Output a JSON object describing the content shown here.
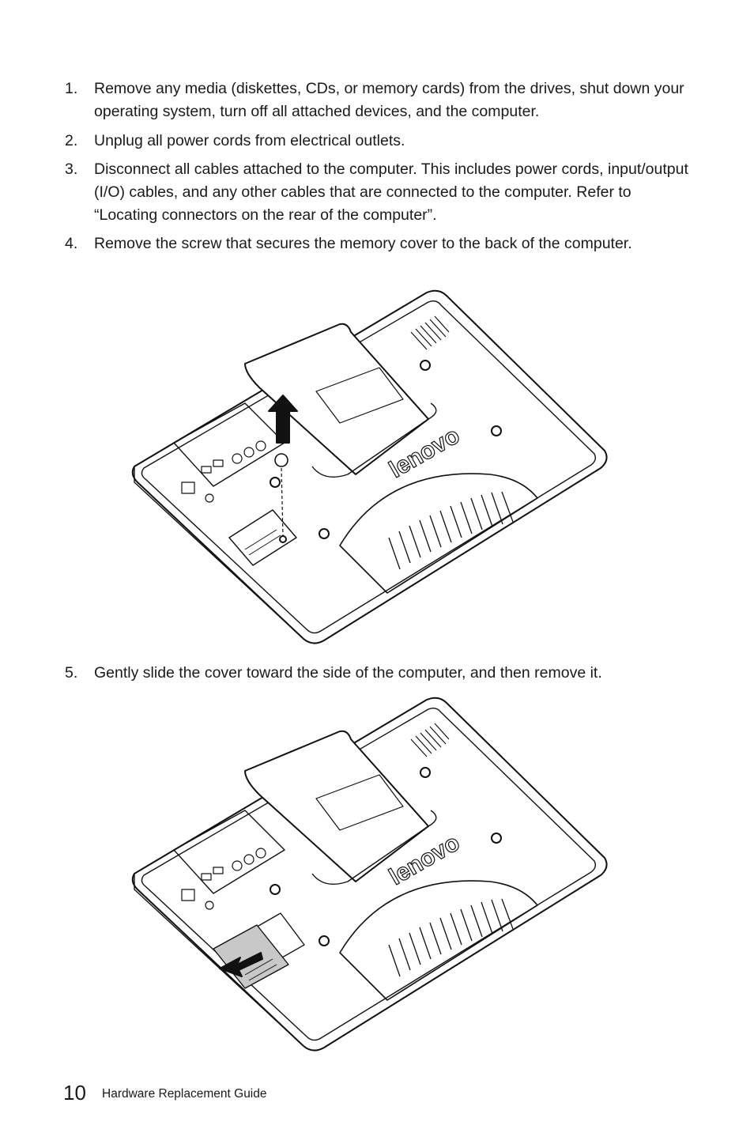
{
  "steps": [
    {
      "num": "1.",
      "text": "Remove any media (diskettes, CDs, or memory cards) from the drives, shut down your operating system, turn off all attached devices, and the computer."
    },
    {
      "num": "2.",
      "text": "Unplug all power cords from electrical outlets."
    },
    {
      "num": "3.",
      "text": "Disconnect all cables attached to the computer. This includes power cords, input/output (I/O) cables, and any other cables that are connected to the computer. Refer to “Locating connectors on the rear of the computer”."
    },
    {
      "num": "4.",
      "text": "Remove the screw that secures the memory cover to the back of the computer."
    },
    {
      "num": "5.",
      "text": "Gently slide the cover toward the side of the computer, and then remove it."
    }
  ],
  "figures": {
    "logo_text": "lenovo"
  },
  "footer": {
    "page_number": "10",
    "title": "Hardware Replacement Guide"
  }
}
